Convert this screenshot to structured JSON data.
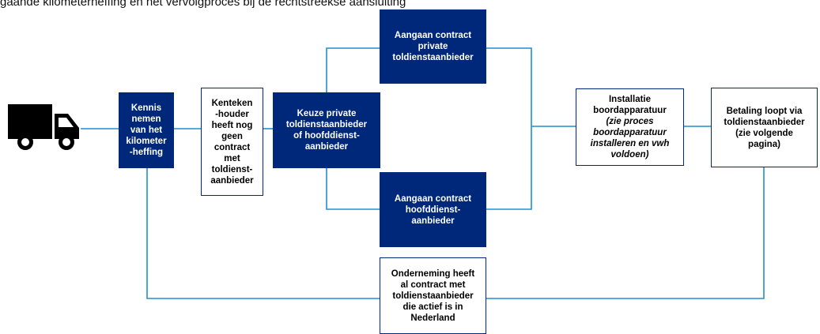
{
  "caption": "gaande kilometerheffing en het vervolgproces bij de rechtstreekse aansluiting",
  "colors": {
    "navy": "#00287a",
    "line": "#1f8fd1",
    "truck": "#000000"
  },
  "icons": {
    "vehicle": "truck-icon"
  },
  "boxes": {
    "kennis": [
      "Kennis",
      "nemen",
      "van het",
      "kilometer",
      "-heffing"
    ],
    "kentekenhouder": [
      "Kenteken",
      "-houder",
      "heeft nog",
      "geen",
      "contract",
      "met",
      "toldienst-",
      "aanbieder"
    ],
    "keuze": [
      "Keuze private",
      "toldienstaanbieder",
      "of hoofddienst-",
      "aanbieder"
    ],
    "private": [
      "Aangaan contract",
      "private",
      "toldienstaanbieder"
    ],
    "hoofd": [
      "Aangaan contract",
      "hoofddienst-",
      "aanbieder"
    ],
    "installatie": {
      "title": [
        "Installatie",
        "boordapparatuur"
      ],
      "note": [
        "(zie proces",
        "boordapparatuur",
        "installeren en vwh",
        "voldoen)"
      ]
    },
    "betaling": [
      "Betaling loopt via",
      "toldienstaanbieder",
      "(zie volgende",
      "pagina)"
    ],
    "onderneming": [
      "Onderneming heeft",
      "al contract met",
      "toldienstaanbieder",
      "die actief is in",
      "Nederland"
    ]
  }
}
